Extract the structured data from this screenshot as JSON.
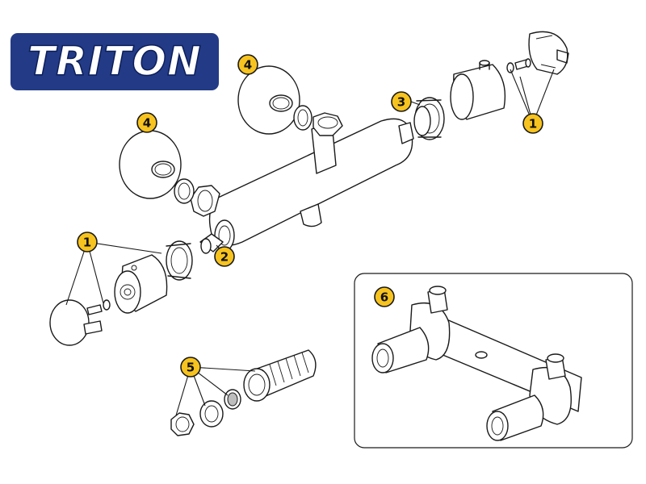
{
  "logo": {
    "text": "TRITON",
    "bg_color": "#233a86",
    "text_color": "#ffffff"
  },
  "callouts": [
    {
      "id": "c1-right",
      "label": "1"
    },
    {
      "id": "c1-left",
      "label": "1"
    },
    {
      "id": "c2",
      "label": "2"
    },
    {
      "id": "c3",
      "label": "3"
    },
    {
      "id": "c4-top",
      "label": "4"
    },
    {
      "id": "c4-left",
      "label": "4"
    },
    {
      "id": "c5",
      "label": "5"
    },
    {
      "id": "c6",
      "label": "6"
    }
  ],
  "callout_color": "#f7c31f"
}
